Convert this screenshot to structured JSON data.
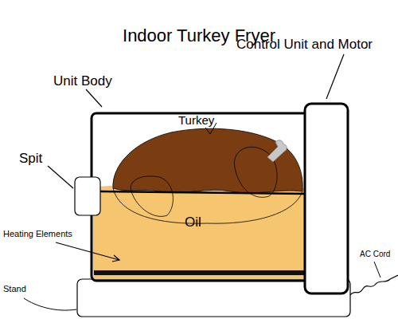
{
  "diagram": {
    "title": "Indoor Turkey Fryer",
    "labels": [
      "Control Unit and Motor",
      "Unit Body",
      "Turkey",
      "Spit",
      "Heating Elements",
      "Oil",
      "AC Cord",
      "Stand"
    ]
  }
}
